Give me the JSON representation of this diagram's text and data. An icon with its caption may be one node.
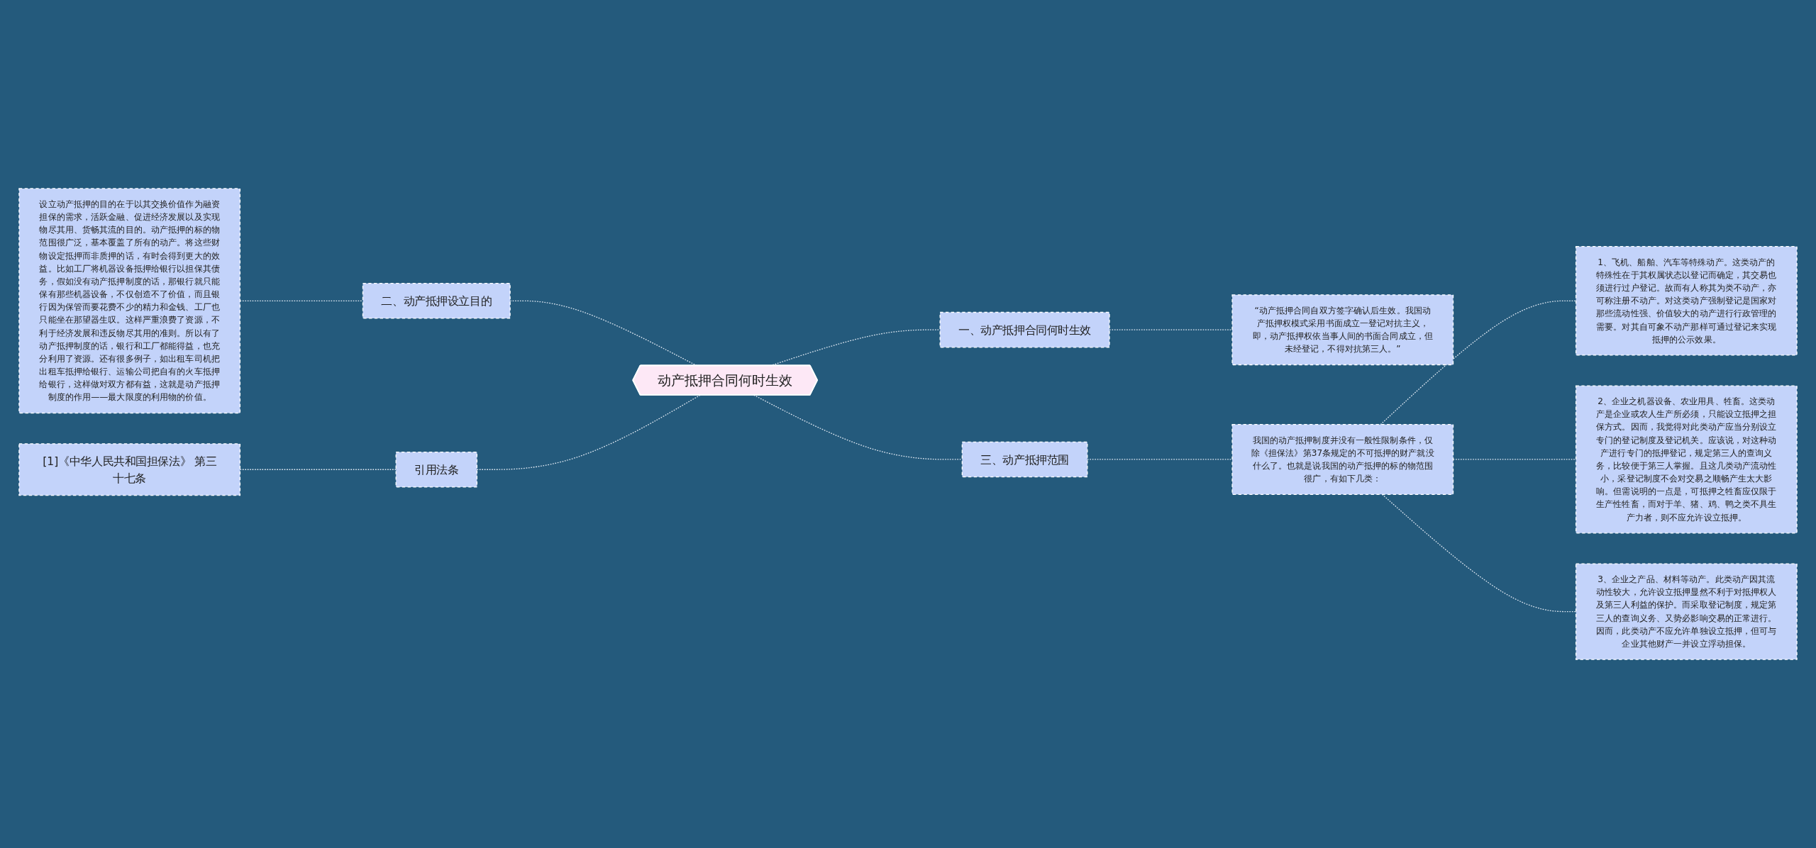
{
  "diagram": {
    "nodes": [
      {
        "text": [
          "动产抵押合同何时生效"
        ]
      },
      {
        "text": [
          "一、动产抵押合同何时生效"
        ]
      },
      {
        "text": [
          "“动产抵押合同自双方签字确认后生效。我国动产抵押权模式采用书面成立一登记对抗主义，即，动产抵押权依当事人间的书面合同成立，但未经登记，不得对抗第三人。”"
        ]
      },
      {
        "text": [
          "二、动产抵押设立目的"
        ]
      },
      {
        "text": [
          "设立动产抵押的目的在于以其交换价值作为融资担保的需求，活跃金融、促进经济发展以及实现物尽其用、货畅其流的目的。动产抵押的标的物范围很广泛，基本覆盖了所有的动产。将这些财物设定抵押而非质押的话，有时会得到更大的效益。比如工厂将机器设备抵押给银行以担保其债务，假如没有动产抵押制度的话，那银行就只能保有那些机器设备，不仅创造不了价值，而且银行因为保管而要花费不少的精力和金钱、工厂也只能坐在那望器生叹。这样严重浪费了资源，不利于经济发展和违反物尽其用的准则。所以有了动产抵押制度的话，银行和工厂都能得益，也充分利用了资源。还有很多例子，如出租车司机把出租车抵押给银行、运输公司把自有的火车抵押给银行，这样做对双方都有益，这就是动产抵押制度的作用——最大限度的利用物的价值。"
        ]
      },
      {
        "text": [
          "三、动产抵押范围"
        ]
      },
      {
        "text": [
          "我国的动产抵押制度并没有一般性限制条件，仅除《担保法》第37条规定的不可抵押的财产就没什么了。也就是说我国的动产抵押的标的物范围很广，有如下几类："
        ]
      },
      {
        "text": [
          "1、飞机、船舶、汽车等特殊动产。这类动产的特殊性在于其权属状态以登记而确定，其交易也须进行过户登记。故而有人称其为类不动产，亦可称注册不动产。对这类动产强制登记是国家对那些流动性强、价值较大的动产进行行政管理的需要。对其自可象不动产那样可通过登记来实现抵押的公示效果。"
        ]
      },
      {
        "text": [
          "2、企业之机器设备、农业用具、牲畜。这类动产是企业或农人生产所必须，只能设立抵押之担保方式。因而，我觉得对此类动产应当分别设立专门的登记制度及登记机关。应该说，对这种动产进行专门的抵押登记，规定第三人的查询义务，比较便于第三人掌握。且这几类动产流动性小，采登记制度不会对交易之顺畅产生太大影响。但需说明的一点是，可抵押之牲畜应仅限于生产性牲畜，而对于羊、猪、鸡、鸭之类不具生产力者，则不应允许设立抵押。"
        ]
      },
      {
        "text": [
          "3、企业之产品、材料等动产。此类动产因其流动性较大，允许设立抵押显然不利于对抵押权人及第三人利益的保护。而采取登记制度，规定第三人的查询义务、又势必影响交易的正常进行。因而，此类动产不应允许单独设立抵押，但可与企业其他财产一并设立浮动担保。"
        ]
      },
      {
        "text": [
          "引用法条"
        ]
      },
      {
        "text": [
          "[1]《中华人民共和国担保法》 第三十七条"
        ]
      }
    ],
    "edges": [
      {
        "from": 0,
        "to": 1,
        "arrow": "none",
        "style": "dashed"
      },
      {
        "from": 1,
        "to": 2,
        "arrow": "none",
        "style": "dashed"
      },
      {
        "from": 0,
        "to": 3,
        "arrow": "none",
        "style": "dashed"
      },
      {
        "from": 3,
        "to": 4,
        "arrow": "none",
        "style": "dashed"
      },
      {
        "from": 0,
        "to": 5,
        "arrow": "none",
        "style": "dashed"
      },
      {
        "from": 5,
        "to": 6,
        "arrow": "none",
        "style": "dashed"
      },
      {
        "from": 6,
        "to": 7,
        "arrow": "none",
        "style": "dashed"
      },
      {
        "from": 6,
        "to": 8,
        "arrow": "none",
        "style": "dashed"
      },
      {
        "from": 6,
        "to": 9,
        "arrow": "none",
        "style": "dashed"
      },
      {
        "from": 0,
        "to": 10,
        "arrow": "none",
        "style": "dashed"
      },
      {
        "from": 10,
        "to": 11,
        "arrow": "none",
        "style": "dashed"
      }
    ]
  }
}
